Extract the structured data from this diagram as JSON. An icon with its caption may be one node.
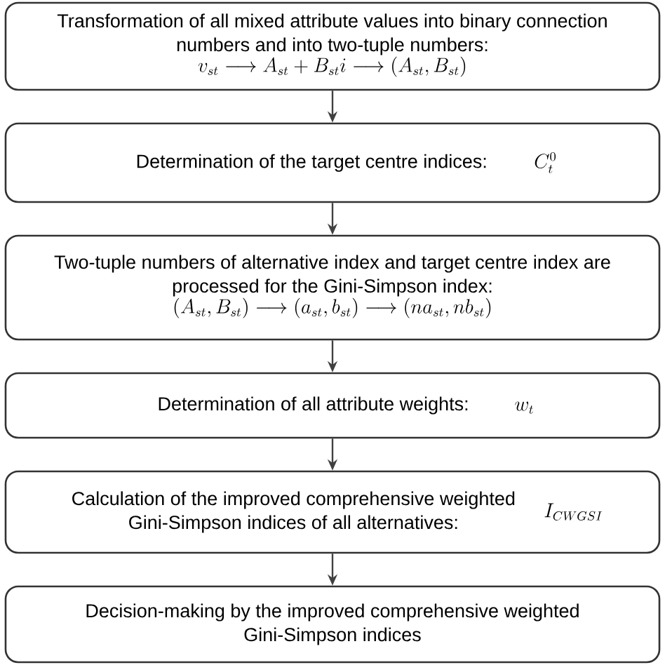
{
  "diagram": {
    "nodes": [
      {
        "text": [
          "Transformation of all mixed attribute values into binary connection numbers and into two-tuple numbers:",
          "v_{st} \\longrightarrow A_{st}+B_{st}i \\longrightarrow (A_{st},B_{st})"
        ]
      },
      {
        "text": [
          "Determination of the target centre indices:",
          "C_t^0"
        ]
      },
      {
        "text": [
          "Two-tuple numbers of alternative index and target centre index are processed for the Gini-Simpson index:",
          "(A_{st},B_{st}) \\longrightarrow (a_{st},b_{st}) \\longrightarrow (na_{st},nb_{st})"
        ]
      },
      {
        "text": [
          "Determination of all attribute weights:",
          "w_t"
        ]
      },
      {
        "text": [
          "Calculation of the improved comprehensive weighted Gini-Simpson indices of all alternatives:",
          "I_{CWGSI}"
        ]
      },
      {
        "text": [
          "Decision-making by the improved comprehensive weighted Gini-Simpson indices"
        ]
      }
    ],
    "edges": [
      {
        "from": 0,
        "to": 1,
        "arrow": "to"
      },
      {
        "from": 1,
        "to": 2,
        "arrow": "to"
      },
      {
        "from": 2,
        "to": 3,
        "arrow": "to"
      },
      {
        "from": 3,
        "to": 4,
        "arrow": "to"
      },
      {
        "from": 4,
        "to": 5,
        "arrow": "to"
      }
    ]
  }
}
